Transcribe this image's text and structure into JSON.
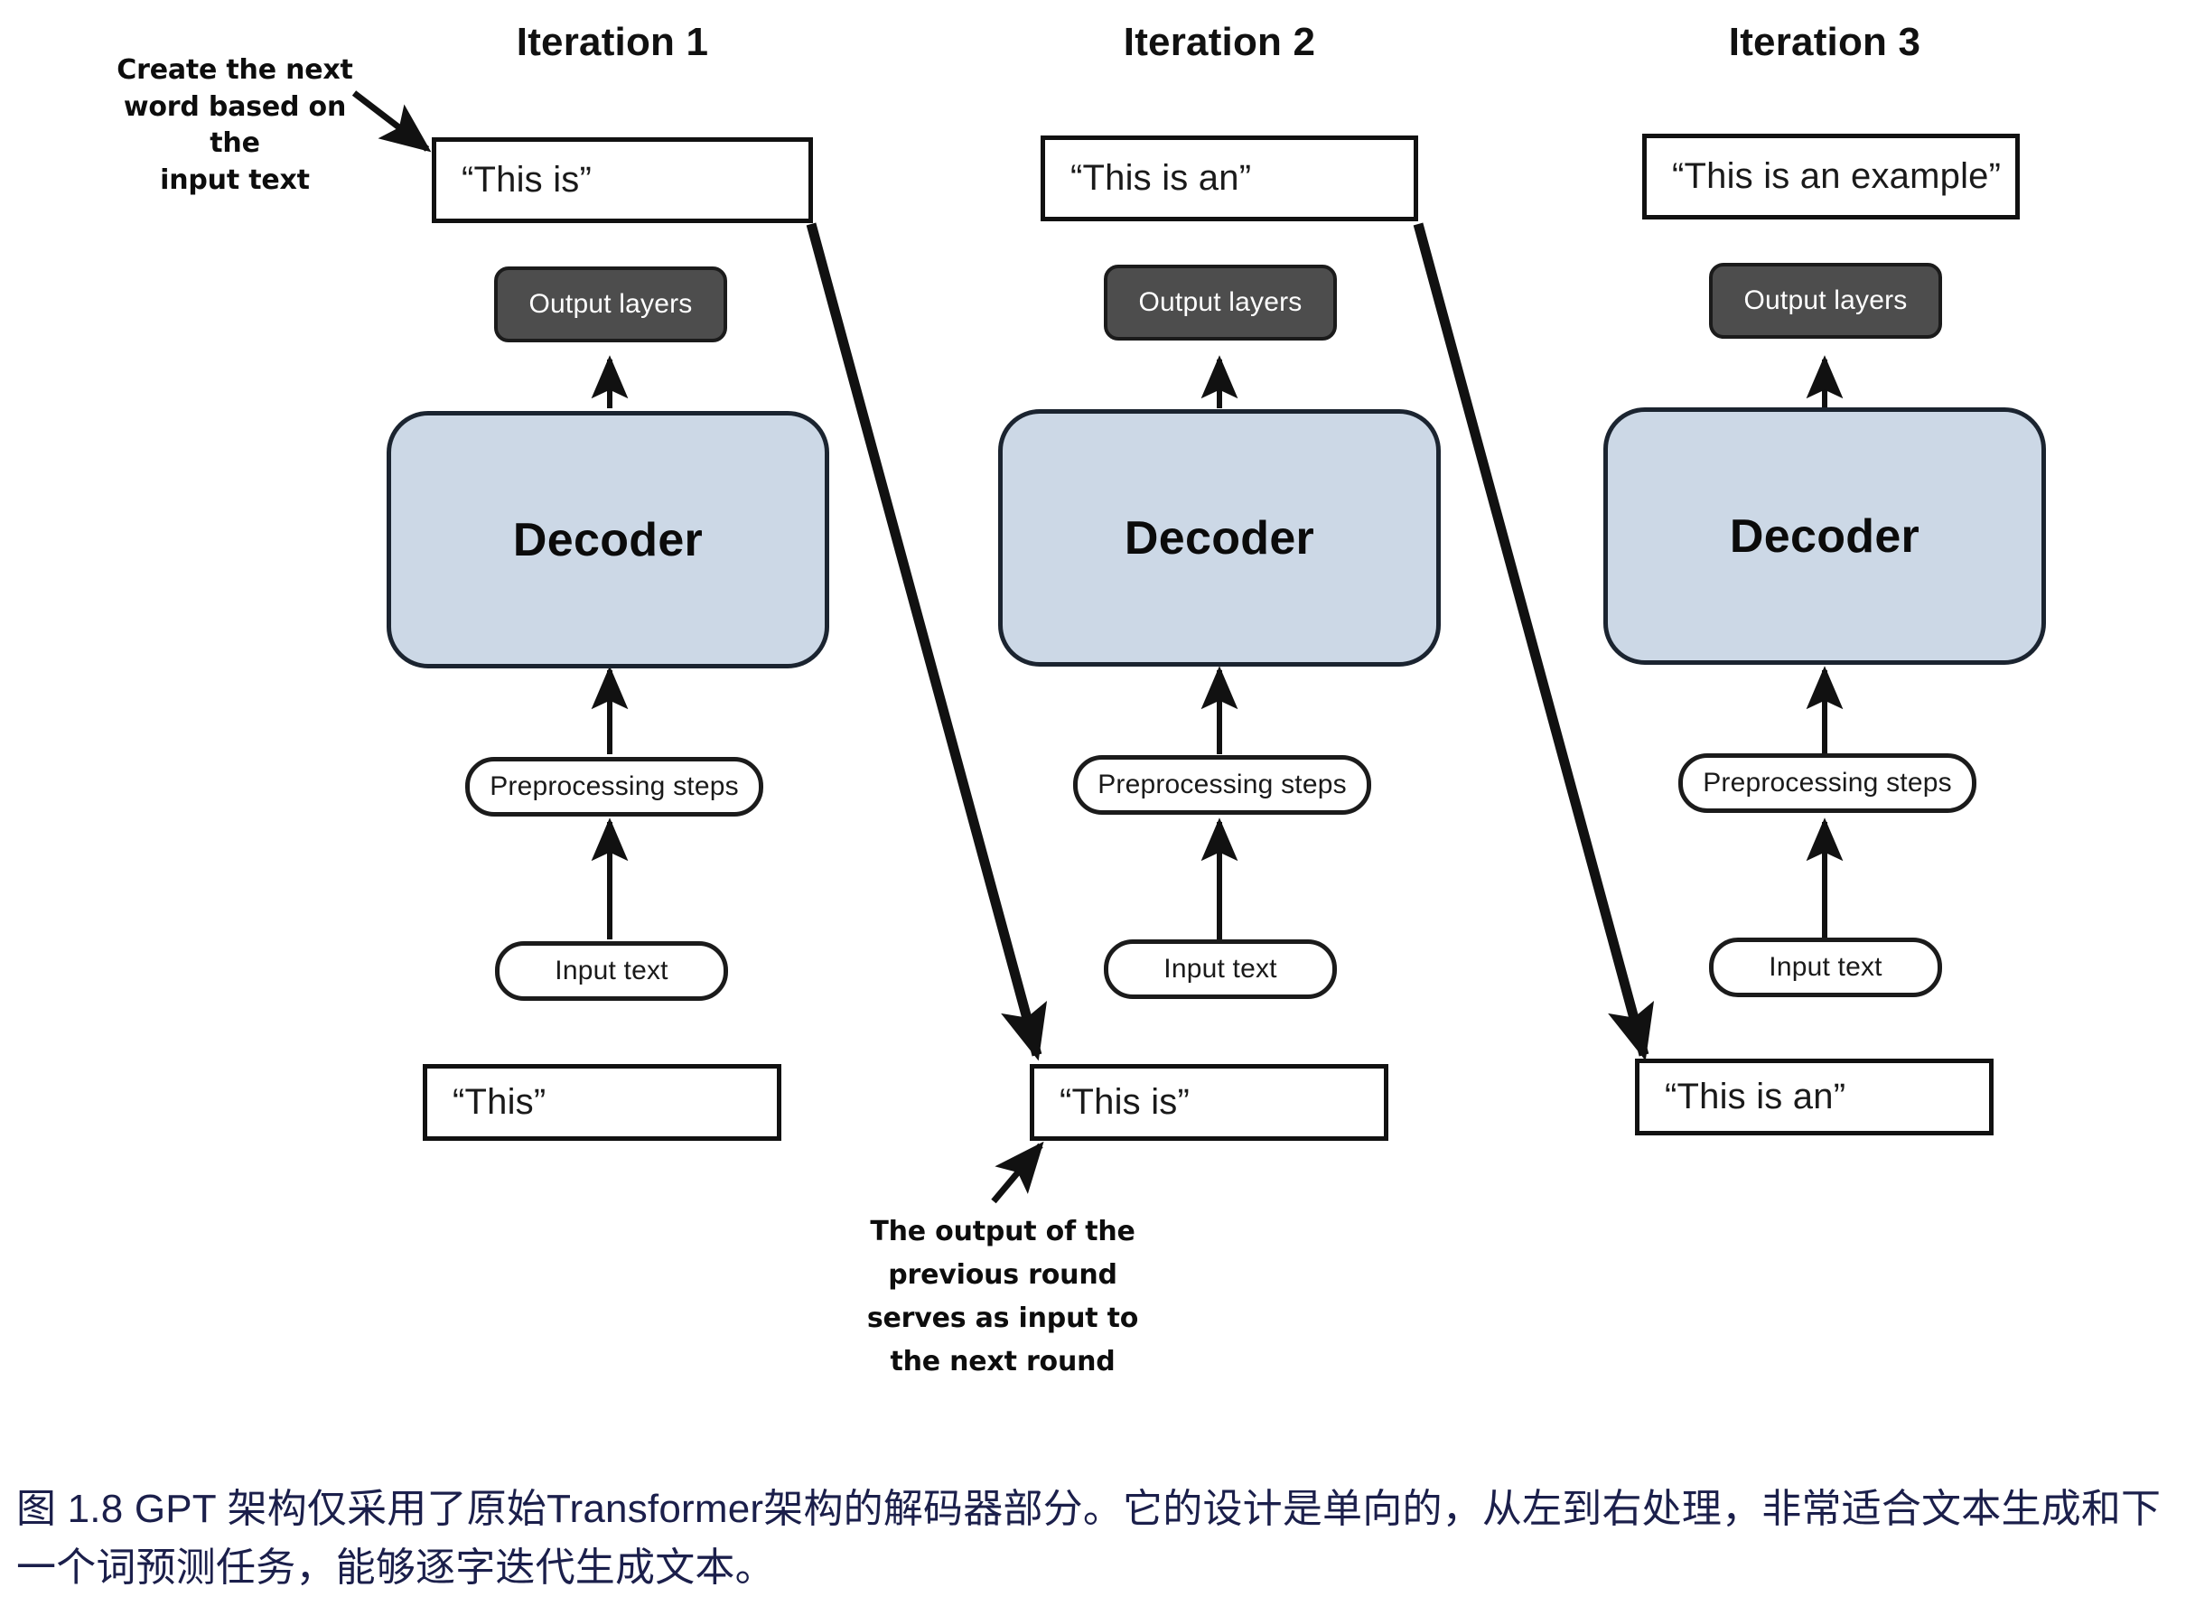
{
  "figure": {
    "columns": [
      {
        "title": "Iteration 1",
        "top_text": "“This is”",
        "output_layers": "Output layers",
        "decoder": "Decoder",
        "preprocessing": "Preprocessing steps",
        "input_text": "Input text",
        "bottom_text": "“This”"
      },
      {
        "title": "Iteration 2",
        "top_text": "“This is an”",
        "output_layers": "Output layers",
        "decoder": "Decoder",
        "preprocessing": "Preprocessing steps",
        "input_text": "Input text",
        "bottom_text": "“This is”"
      },
      {
        "title": "Iteration 3",
        "top_text": "“This is an example”",
        "output_layers": "Output layers",
        "decoder": "Decoder",
        "preprocessing": "Preprocessing steps",
        "input_text": "Input text",
        "bottom_text": "“This is an”"
      }
    ],
    "annotations": {
      "top_left": "Create the next\nword based on the\ninput text",
      "bottom_center": "The output of the\nprevious round\nserves as input to\nthe next round"
    },
    "caption": "图 1.8  GPT 架构仅采用了原始Transformer架构的解码器部分。它的设计是单向的，从左到右处理，非常适合文本生成和下一个词预测任务，能够逐字迭代生成文本。",
    "colors": {
      "decoder_fill": "#ccd8e6",
      "output_layers_fill": "#4d4d4d",
      "stroke": "#111111",
      "caption_text": "#1b1f4b"
    }
  }
}
